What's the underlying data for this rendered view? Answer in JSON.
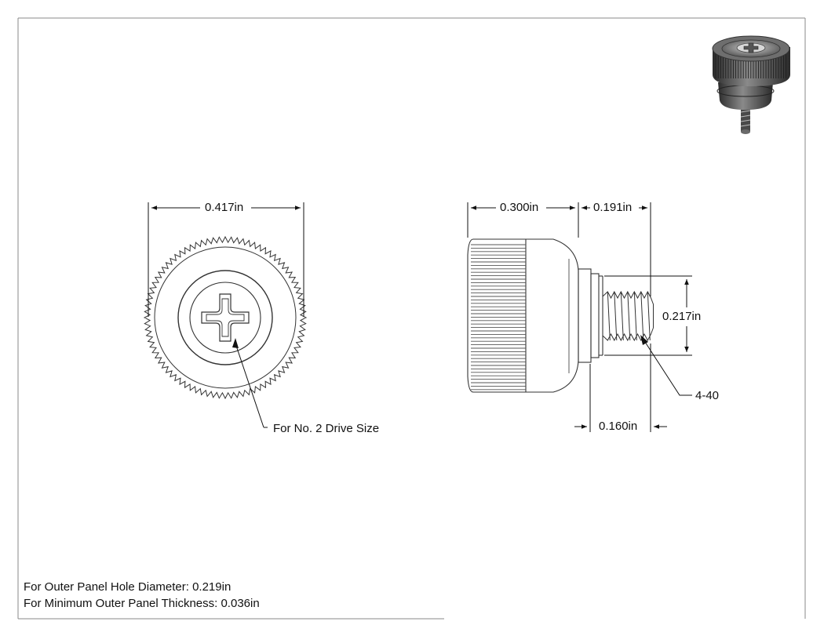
{
  "dimensions": {
    "head_diameter": "0.417in",
    "head_length": "0.300in",
    "thread_length": "0.191in",
    "shoulder_diameter": "0.217in",
    "shoulder_length": "0.160in",
    "thread_spec": "4-40"
  },
  "callouts": {
    "drive": "For No. 2 Drive Size"
  },
  "notes": {
    "hole_diameter": "For Outer Panel Hole Diameter: 0.219in",
    "panel_thickness": "For Minimum Outer Panel Thickness: 0.036in"
  }
}
